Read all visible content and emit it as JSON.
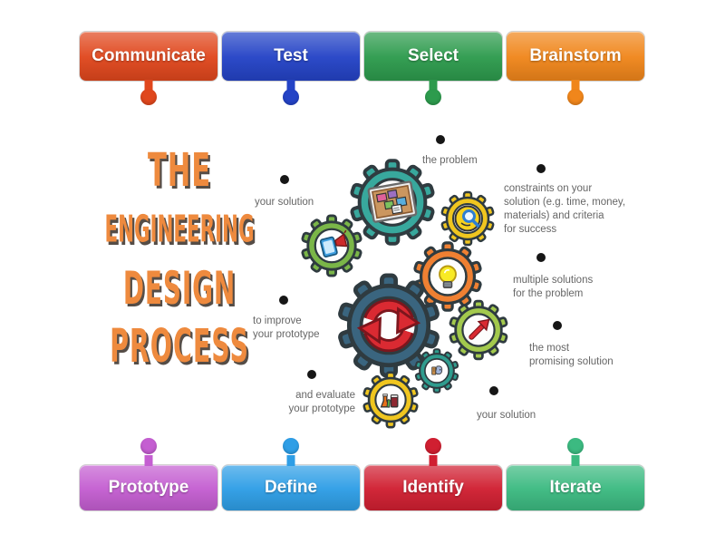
{
  "title": {
    "lines": [
      "THE",
      "ENGINEERING",
      "DESIGN",
      "PROCESS"
    ],
    "color": "#ee8a3e"
  },
  "top_labels": [
    {
      "label": "Communicate",
      "color": "#e0471d"
    },
    {
      "label": "Test",
      "color": "#2443c6"
    },
    {
      "label": "Select",
      "color": "#2d9b4d"
    },
    {
      "label": "Brainstorm",
      "color": "#f0861b"
    }
  ],
  "bottom_labels": [
    {
      "label": "Prototype",
      "color": "#c45ed1"
    },
    {
      "label": "Define",
      "color": "#2e9ee6"
    },
    {
      "label": "Identify",
      "color": "#d01f31"
    },
    {
      "label": "Iterate",
      "color": "#3cba81"
    }
  ],
  "annotations": [
    {
      "id": "the-problem",
      "text": "the problem"
    },
    {
      "id": "your-solution-top",
      "text": "your solution"
    },
    {
      "id": "constraints",
      "text": "constraints on your\nsolution (e.g. time, money,\nmaterials) and criteria\nfor success"
    },
    {
      "id": "multiple-solutions",
      "text": "multiple solutions\nfor the problem"
    },
    {
      "id": "most-promising",
      "text": "the most\npromising solution"
    },
    {
      "id": "your-solution-bottom",
      "text": "your solution"
    },
    {
      "id": "to-improve",
      "text": "to improve\nyour prototype"
    },
    {
      "id": "and-evaluate",
      "text": "and evaluate\nyour prototype"
    }
  ],
  "annotation_color": "#666666",
  "illustration": {
    "gear_colors": [
      "#38a89d",
      "#f0c61f",
      "#7ab648",
      "#ef8032",
      "#3a657f",
      "#a3c94d",
      "#2f9c8e",
      "#f0c61f"
    ]
  }
}
